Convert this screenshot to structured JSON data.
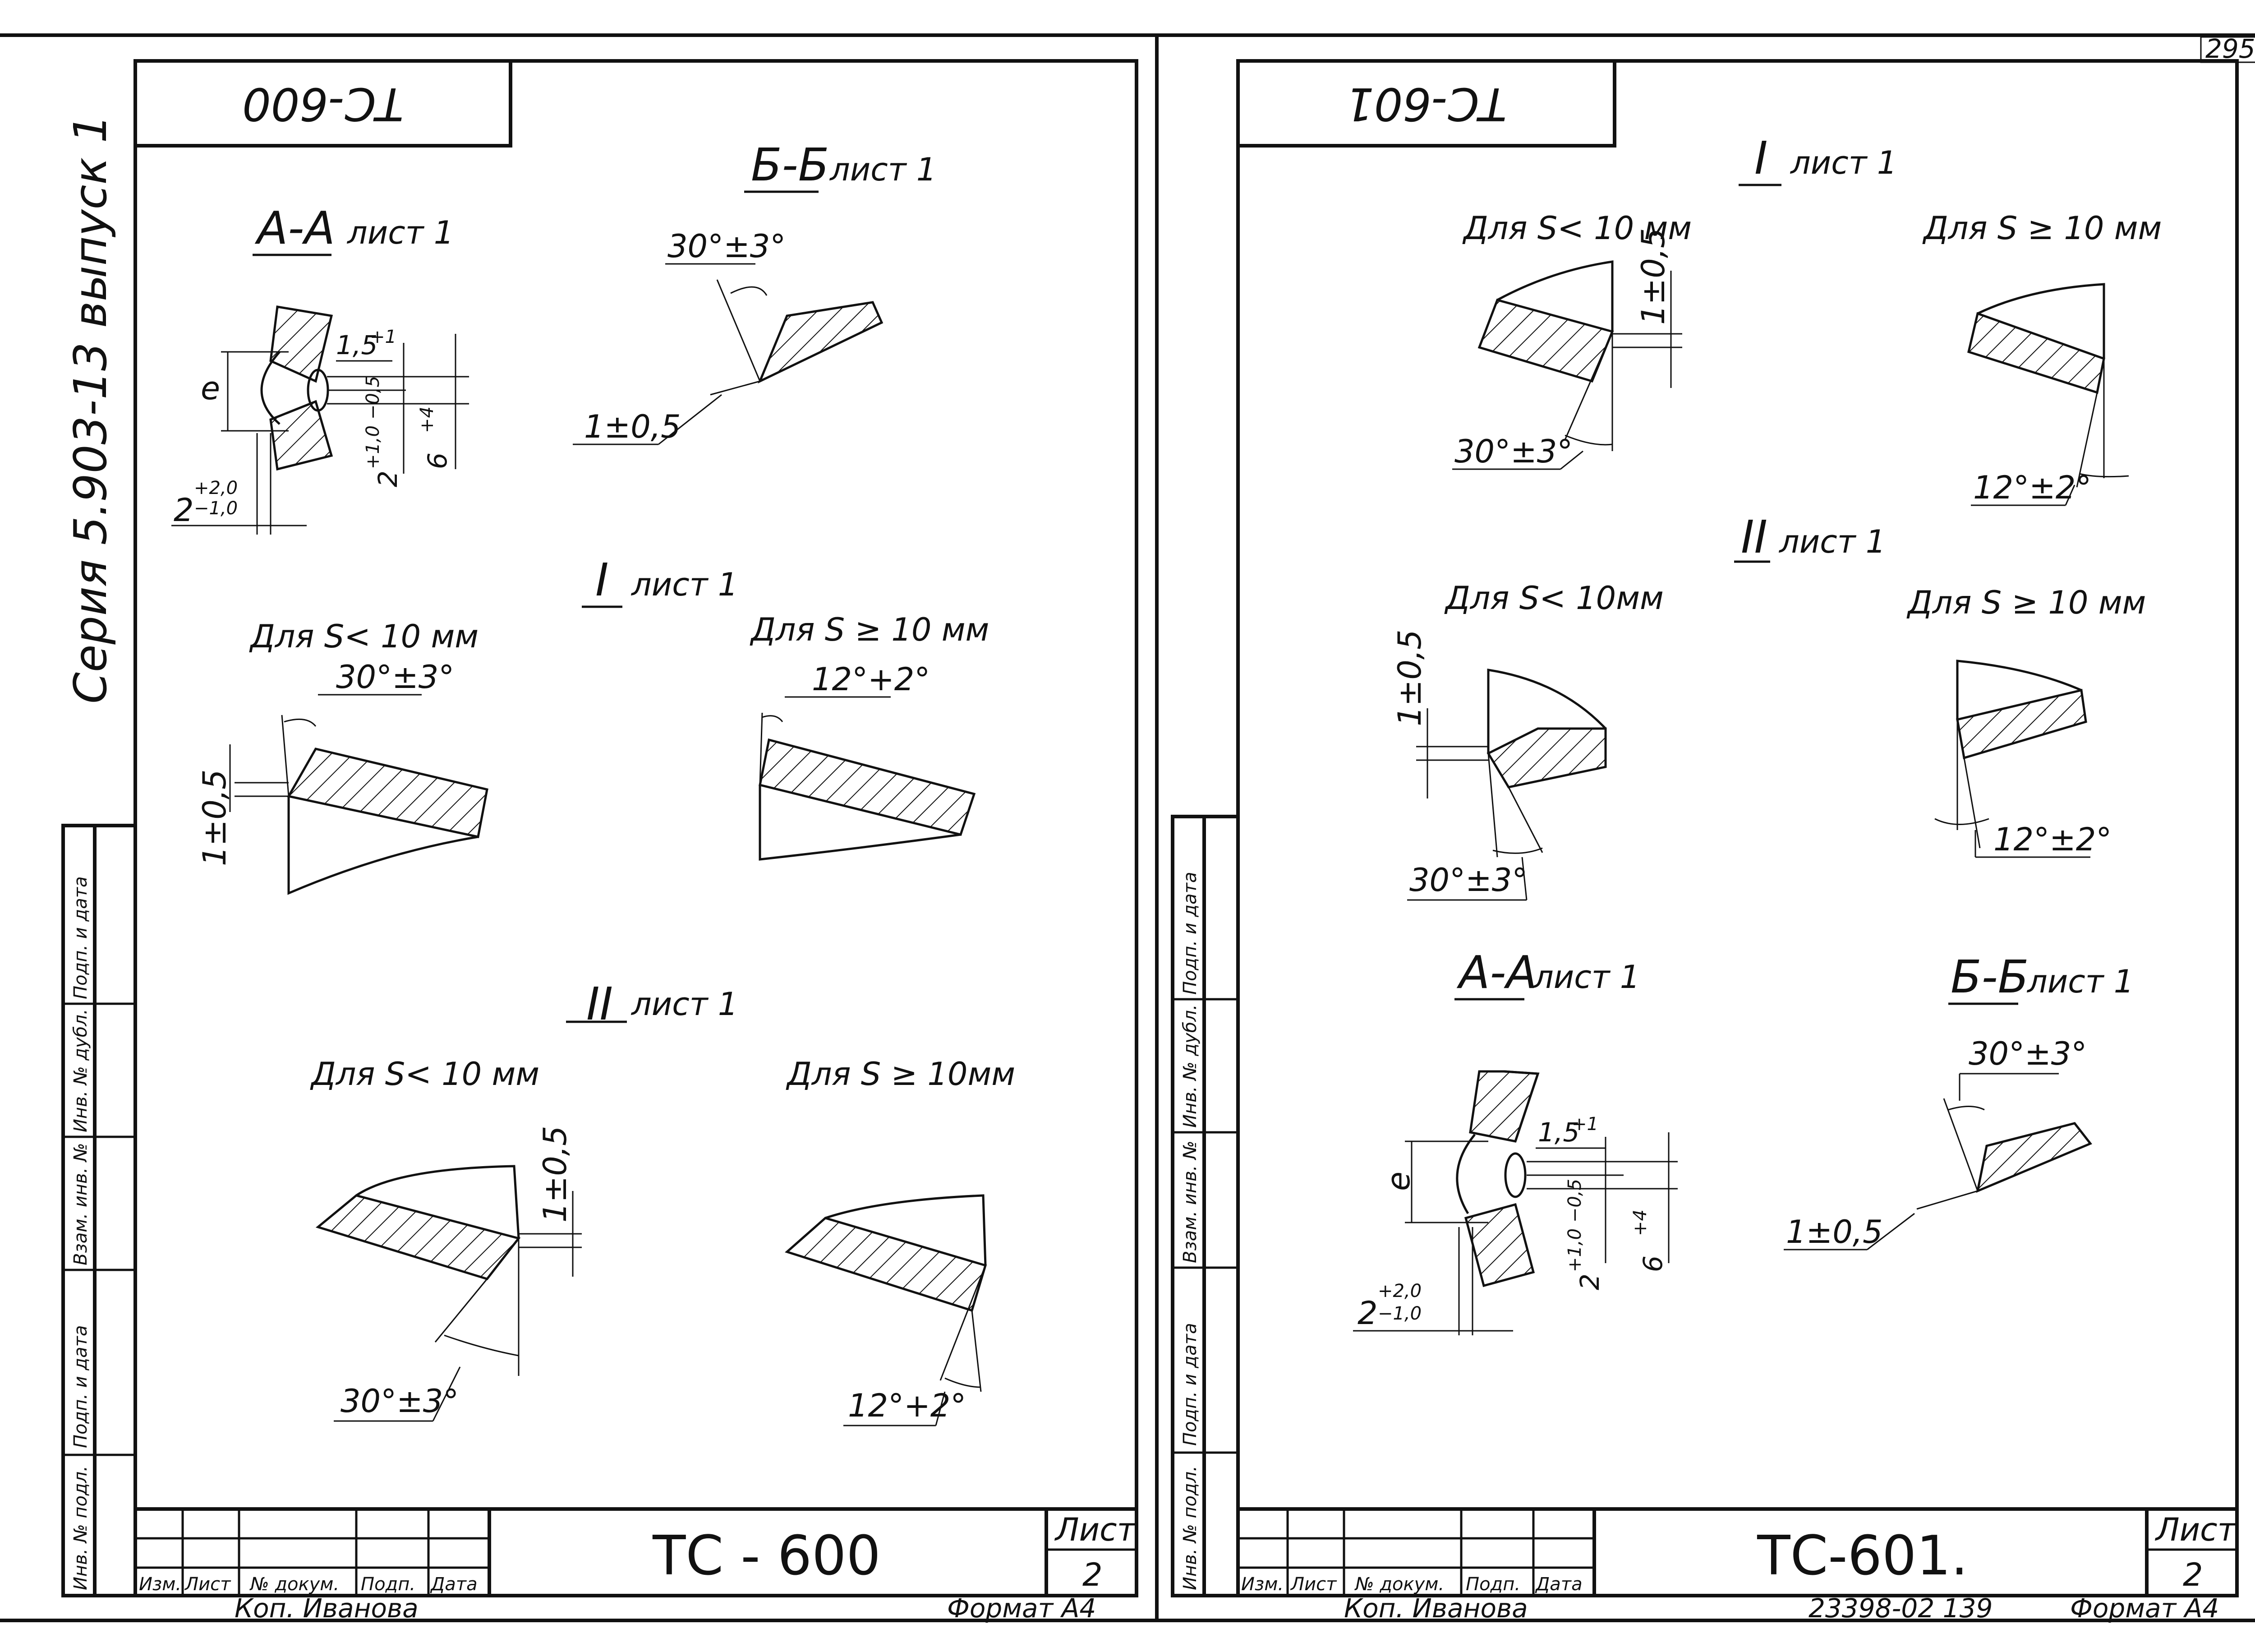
{
  "page_number": "295",
  "series_label": "Серия 5.903-13 выпуск 1",
  "sheet_left": {
    "stamp": "ТС-600",
    "title": "ТС - 600",
    "views": {
      "aa": "А-А",
      "aa_ref": "лист 1",
      "bb": "Б-Б",
      "bb_ref": "лист 1",
      "n1": "I",
      "n1_ref": "лист 1",
      "n2": "II",
      "n2_ref": "лист 1"
    },
    "cases": {
      "lt": "Для S< 10 мм",
      "ge": "Для S ≥ 10 мм",
      "lt2": "Для S< 10 мм",
      "ge2": "Для S ≥ 10мм"
    },
    "dims": {
      "e": "e",
      "d15": "1,5",
      "d15sup": "+1",
      "d2": "2",
      "d2tol": "+1,0 −0,5",
      "d6": "6",
      "d6tol": "+4",
      "d2b": "2",
      "d2b_up": "+2,0",
      "d2b_lo": "−1,0",
      "d1": "1±0,5",
      "ang30": "30°±3°",
      "ang12": "12°+2°"
    },
    "footer": {
      "author": "Коп. Иванова",
      "format": "Формат А4",
      "sheet_label": "Лист",
      "sheet_no": "2"
    }
  },
  "sheet_right": {
    "stamp": "ТС-601",
    "title": "ТС-601.",
    "views": {
      "n1": "I",
      "n1_ref": "лист 1",
      "n2": "II",
      "n2_ref": "лист 1",
      "aa": "А-А",
      "aa_ref": "лист 1",
      "bb": "Б-Б",
      "bb_ref": "лист 1"
    },
    "cases": {
      "lt": "Для S< 10 мм",
      "ge": "Для S ≥ 10 мм",
      "lt2": "Для S< 10мм",
      "ge2": "Для S ≥ 10 мм"
    },
    "dims": {
      "d1": "1±0,5",
      "ang30": "30°±3°",
      "ang12": "12°±2°",
      "e": "e",
      "d15": "1,5",
      "d15sup": "+1",
      "d2": "2",
      "d2tol": "+1,0 −0,5",
      "d6": "6",
      "d6tol": "+4",
      "d2b": "2",
      "d2b_up": "+2,0",
      "d2b_lo": "−1,0"
    },
    "footer": {
      "author": "Коп. Иванова",
      "doc_no": "23398-02 139",
      "format": "Формат А4",
      "sheet_label": "Лист",
      "sheet_no": "2"
    }
  },
  "side_stamp": [
    "Инв. № подл.",
    "Подп. и дата",
    "Взам. инв. №",
    "Инв. № дубл.",
    "Подп. и дата"
  ],
  "title_block_headers": [
    "Изм.",
    "Лист",
    "№ докум.",
    "Подп.",
    "Дата"
  ]
}
